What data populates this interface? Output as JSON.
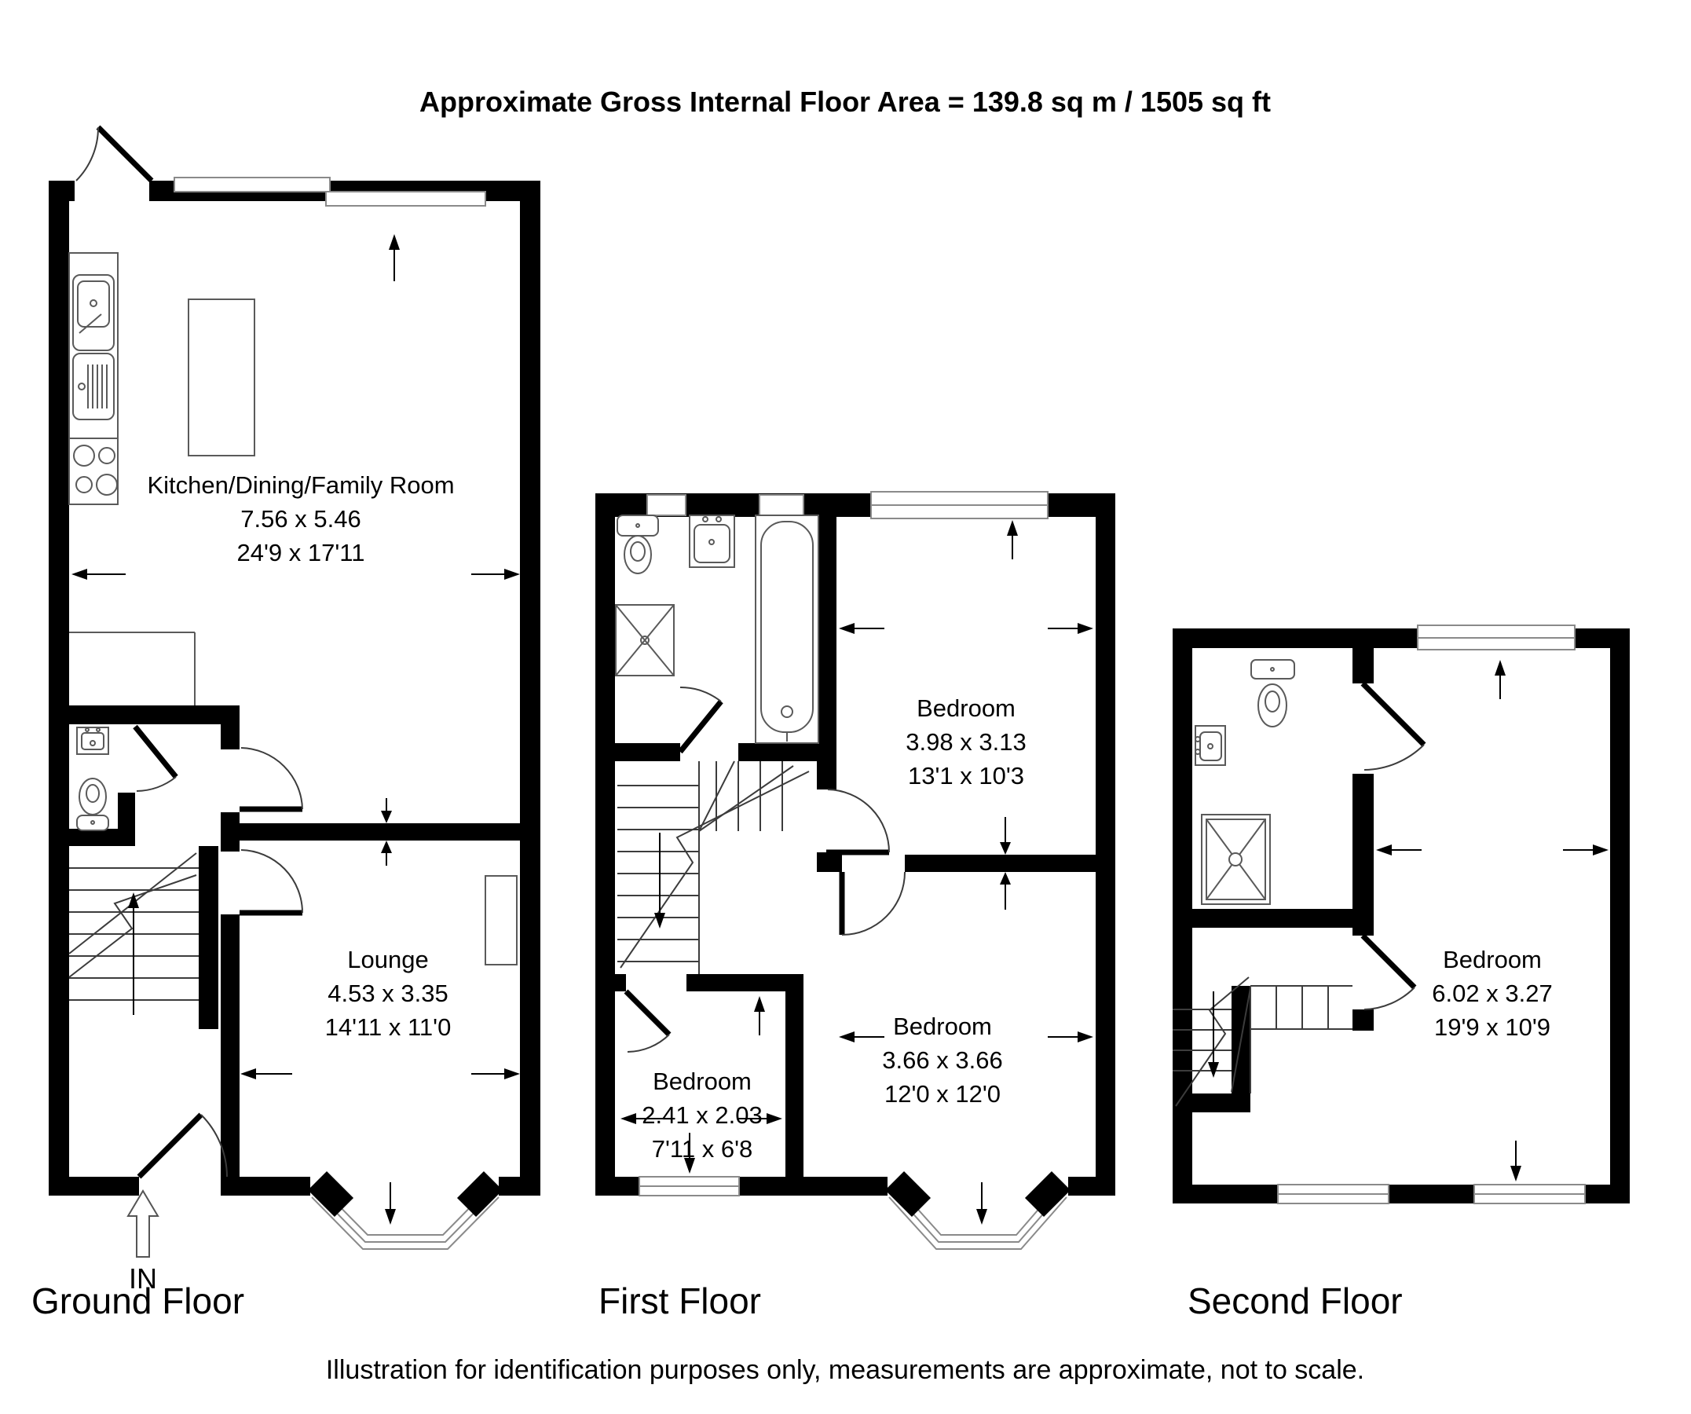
{
  "title": "Approximate Gross Internal Floor Area  = 139.8 sq m / 1505 sq ft",
  "footer": "Illustration for identification purposes only, measurements are approximate, not to scale.",
  "entrance_label": "IN",
  "colors": {
    "wall": "#000000",
    "fixture_line": "#5a5a5a",
    "window_line": "#8a8a8a"
  },
  "floors": [
    {
      "name": "Ground Floor",
      "rooms": [
        {
          "label": "Kitchen/Dining/Family Room",
          "metric": "7.56 x 5.46",
          "imperial": "24'9 x 17'11"
        },
        {
          "label": "Lounge",
          "metric": "4.53 x 3.35",
          "imperial": "14'11 x 11'0"
        }
      ]
    },
    {
      "name": "First Floor",
      "rooms": [
        {
          "label": "Bedroom",
          "metric": "3.98 x 3.13",
          "imperial": "13'1 x 10'3"
        },
        {
          "label": "Bedroom",
          "metric": "2.41 x 2.03",
          "imperial": "7'11 x 6'8"
        },
        {
          "label": "Bedroom",
          "metric": "3.66 x 3.66",
          "imperial": "12'0 x 12'0"
        }
      ]
    },
    {
      "name": "Second Floor",
      "rooms": [
        {
          "label": "Bedroom",
          "metric": "6.02 x 3.27",
          "imperial": "19'9 x 10'9"
        }
      ]
    }
  ]
}
